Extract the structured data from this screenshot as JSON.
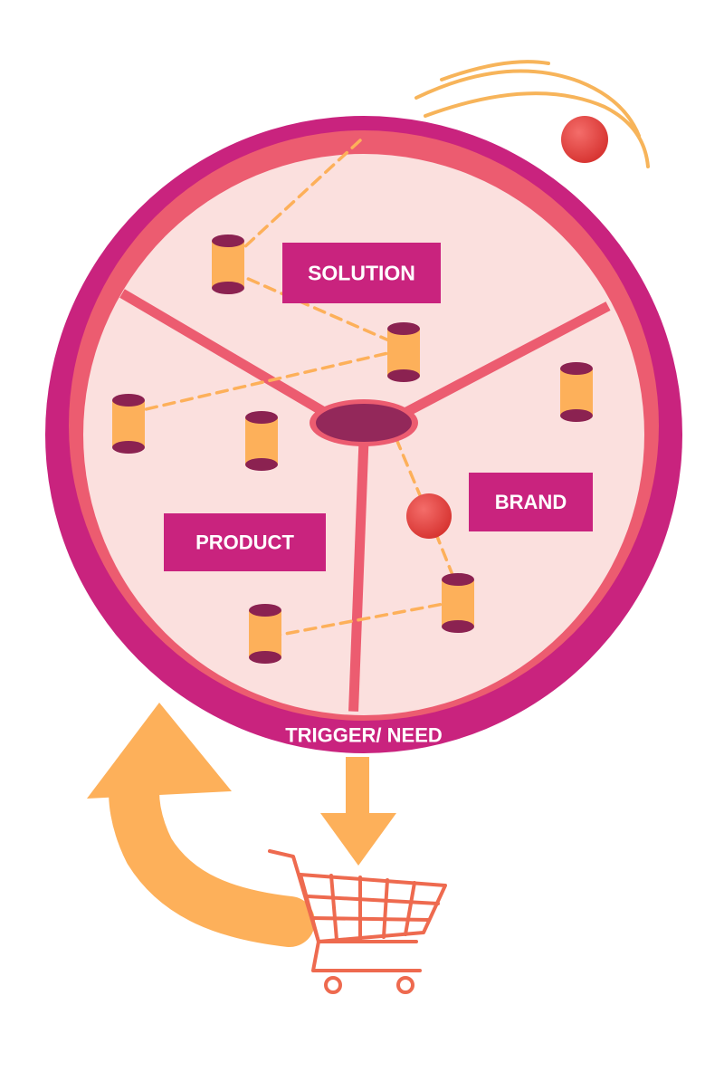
{
  "labels": {
    "solution": "SOLUTION",
    "product": "PRODUCT",
    "brand": "BRAND",
    "trigger": "TRIGGER/ NEED"
  },
  "icons": {
    "cart": "shopping-cart-icon",
    "return_arrow": "curved-arrow-icon",
    "down_arrow": "down-arrow-icon",
    "ball": "ball-icon",
    "node": "cylinder-icon"
  },
  "colors": {
    "ring": "#C9237E",
    "inner_band": "#EC5C70",
    "face": "#FBE0DE",
    "spoke": "#EC5C70",
    "hub": "#93285A",
    "label_box": "#C9237E",
    "label_text": "#FFFFFF",
    "node_body": "#FDB05A",
    "node_cap": "#8B2251",
    "dashed_path": "#FDB05A",
    "arrow": "#FDB05A",
    "cart": "#EE6A4F",
    "ball": "#E8403F",
    "motion_lines": "#F7B45A"
  }
}
